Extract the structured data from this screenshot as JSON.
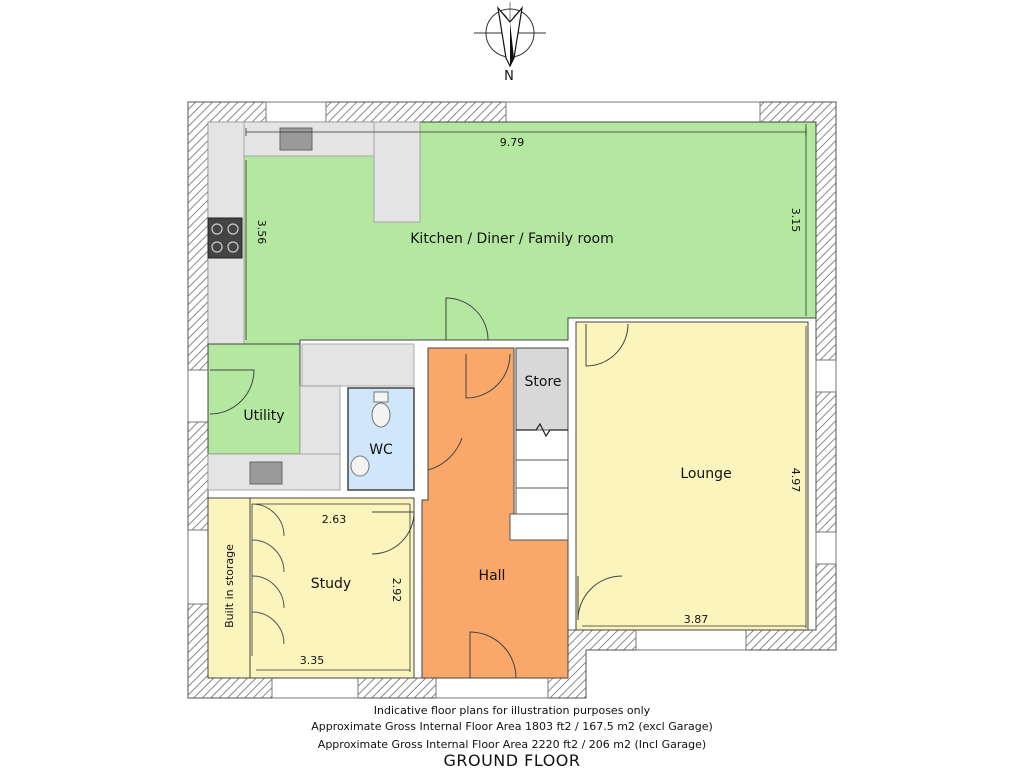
{
  "compass": {
    "label": "N"
  },
  "rooms": {
    "kitchen": "Kitchen / Diner / Family room",
    "utility": "Utility",
    "wc": "WC",
    "store": "Store",
    "lounge": "Lounge",
    "hall": "Hall",
    "study": "Study",
    "storage": "Built in storage"
  },
  "dimensions": {
    "kitchen_width": "9.79",
    "kitchen_depth_left": "3.56",
    "kitchen_depth_right": "3.15",
    "lounge_depth": "4.97",
    "lounge_width": "3.87",
    "study_width_top": "2.63",
    "study_depth": "2.92",
    "study_width_bottom": "3.35"
  },
  "footer": {
    "line1": "Indicative floor plans for illustration purposes only",
    "line2": "Approximate Gross Internal Floor Area 1803 ft2 / 167.5 m2 (excl Garage)",
    "line3": "Approximate Gross Internal Floor Area 2220 ft2 / 206 m2 (Incl Garage)",
    "title": "GROUND FLOOR"
  },
  "colors": {
    "kitchen": "#b4e8a0",
    "utility": "#b4e8a0",
    "wc": "#cfe6fb",
    "store": "#d8d8d8",
    "lounge": "#fbf5bd",
    "hall": "#f9a86a",
    "study": "#fbf5bd",
    "storage": "#fbf5bd",
    "counter": "#e4e4e4",
    "wall": "#9a9a9a"
  }
}
